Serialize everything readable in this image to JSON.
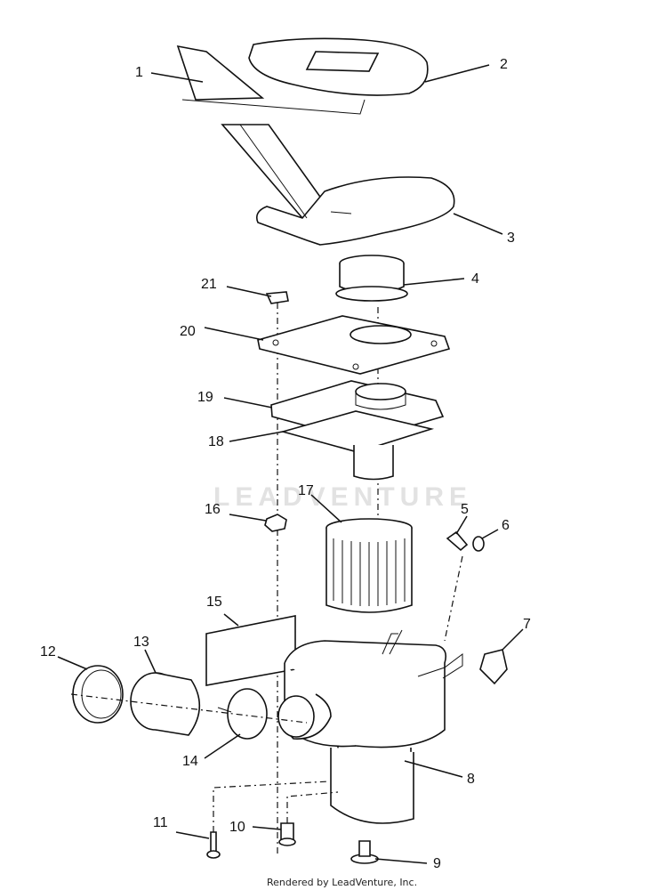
{
  "diagram": {
    "callouts": [
      "1",
      "2",
      "3",
      "4",
      "5",
      "6",
      "7",
      "8",
      "9",
      "10",
      "11",
      "12",
      "13",
      "14",
      "15",
      "16",
      "17",
      "18",
      "19",
      "20",
      "21"
    ],
    "watermark": "LEADVENTURE",
    "footer": "Rendered by LeadVenture, Inc."
  }
}
